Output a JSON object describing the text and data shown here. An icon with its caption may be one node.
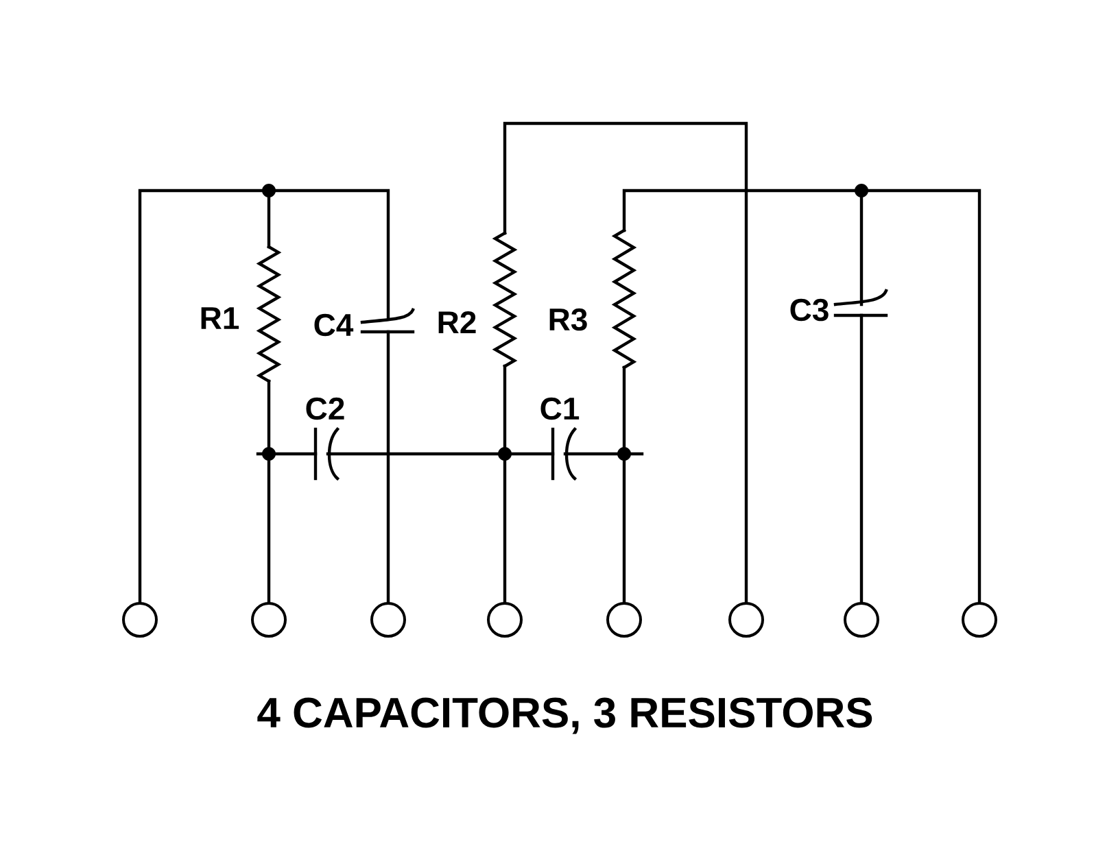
{
  "diagram": {
    "caption": "4 CAPACITORS, 3 RESISTORS",
    "nodes": [
      {
        "text": [],
        "shape": "circle"
      },
      {
        "text": [],
        "shape": "circle"
      },
      {
        "text": [],
        "shape": "circle"
      },
      {
        "text": [],
        "shape": "circle"
      },
      {
        "text": [],
        "shape": "circle"
      },
      {
        "text": [],
        "shape": "circle"
      },
      {
        "text": [],
        "shape": "circle"
      },
      {
        "text": [],
        "shape": "circle"
      }
    ],
    "labels": [
      "R1",
      "C4",
      "R2",
      "R3",
      "C2",
      "C1",
      "C3"
    ]
  }
}
